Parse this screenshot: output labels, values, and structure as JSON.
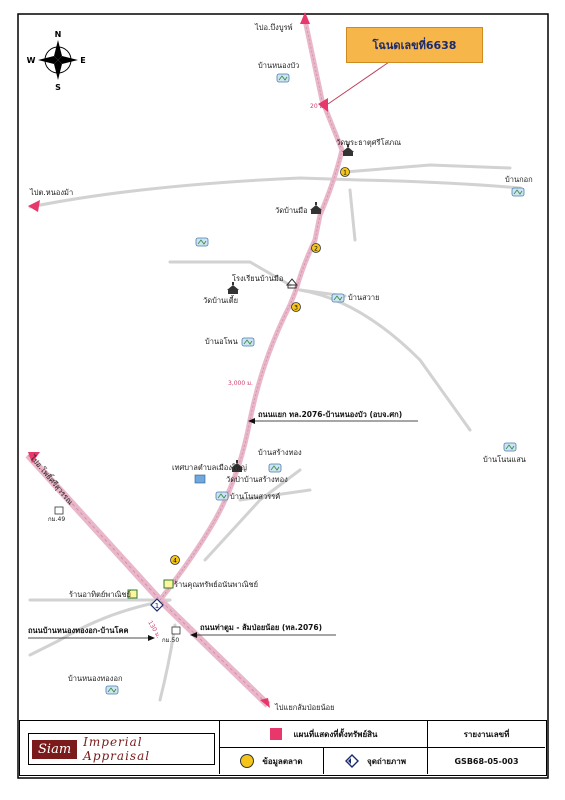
{
  "compass": {
    "n": "N",
    "s": "S",
    "e": "E",
    "w": "W"
  },
  "callout": {
    "label": "โฉนดเลขที่6638"
  },
  "places": {
    "nong_bua_village": "บ้านหนองบัว",
    "wat_phrathat": "วัดพระธาตุศรีโสภณ",
    "ban_kok": "บ้านกอก",
    "wat_ban_mue": "วัดบ้านมือ",
    "school_ban_mue": "โรงเรียนบ้านมือ",
    "wat_ban_tiao": "วัดบ้านเตี้ย",
    "ban_suai": "บ้านสวาย",
    "ban_o_phon": "บ้านอโพน",
    "ban_non_saen": "บ้านโนนแสน",
    "ban_sang_thong": "บ้านสร้างทอง",
    "municipality": "เทศบาลตำบลเมืองใหญ่",
    "wat_sang_thong": "วัดป่าบ้านสร้างทอง",
    "ban_non_sawan": "บ้านโนนสวรรค์",
    "shop_thai": "ร้านอาทิตย์พาณิชย์",
    "shop_kunsap": "ร้านคุณทรัพย์อนันพาณิชย์",
    "ban_nong_thong": "บ้านหนองทองอก"
  },
  "directions": {
    "to_bueng_bun": "ไปอ.บึงบูรพ์",
    "to_nong_hong": "ไปต.หนองม้า",
    "to_pho_si": "ไปอ.โพธิ์ศรีสุวรรณ",
    "to_sam_yaek": "ไปแยกส้มป่อยน้อย"
  },
  "roads": {
    "junction_2076": "ถนนแยก ทล.2076-บ้านหนองบัว (อบจ.ศก)",
    "tha_tum_road": "ถนนท่าตูม - ส้มป่อยน้อย (ทล.2076)",
    "nong_thong_road": "ถนนบ้านหนองทองอก-บ้านโคค"
  },
  "distances": {
    "d20": "20 ม.",
    "d3000": "3,000 ม.",
    "d130": "130 ม."
  },
  "km_markers": {
    "km49": "กม.49",
    "km50": "กม.50"
  },
  "market_markers": [
    "1",
    "2",
    "3",
    "4"
  ],
  "photo_point_label": "1",
  "legend": {
    "brand_siam": "Siam",
    "brand_rest": "Imperial Appraisal",
    "land_map": "แผนที่แสดงที่ตั้งทรัพย์สิน",
    "market_data": "ข้อมูลตลาด",
    "photo_point": "จุดถ่ายภาพ",
    "report_no_label": "รายงานเลขที่",
    "report_no": "GSB68-05-003"
  },
  "colors": {
    "road_pink": "#e9b7c9",
    "road_edge": "#c98aa2",
    "arrow_red": "#e8376a",
    "callout_bg": "#f7b64a",
    "callout_text": "#1a2a70",
    "market_yellow": "#f4c518",
    "brand_red": "#7a1a1a"
  }
}
